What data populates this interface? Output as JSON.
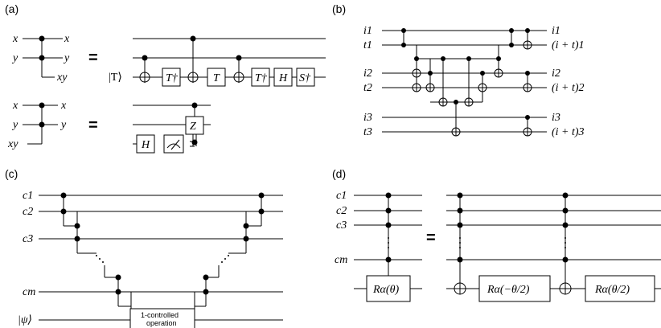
{
  "panels": {
    "a": {
      "label": "(a)",
      "top_left_labels": [
        "x",
        "y"
      ],
      "top_right_labels": [
        "x",
        "y",
        "xy"
      ],
      "bottom_left_labels": [
        "x",
        "y",
        "xy"
      ],
      "bottom_right_labels": [
        "x",
        "y"
      ],
      "equals": "=",
      "ancilla": "|T⟩",
      "gates": [
        "T†",
        "T",
        "T†",
        "H",
        "S†"
      ],
      "bottom_gates": [
        "H",
        "Z"
      ]
    },
    "b": {
      "label": "(b)",
      "left_labels": [
        "i1",
        "t1",
        "i2",
        "t2",
        "i3",
        "t3"
      ],
      "right_labels": [
        "i1",
        "(i + t)1",
        "i2",
        "(i + t)2",
        "i3",
        "(i + t)3"
      ]
    },
    "c": {
      "label": "(c)",
      "left_labels": [
        "c1",
        "c2",
        "c3",
        "cm",
        "|ψ⟩"
      ],
      "box_line1": "1-controlled",
      "box_line2": "operation"
    },
    "d": {
      "label": "(d)",
      "left_labels": [
        "c1",
        "c2",
        "c3",
        "cm"
      ],
      "equals": "=",
      "gate_left": "Rα(θ)",
      "gate_mid": "Rα(−θ/2)",
      "gate_right": "Rα(θ/2)"
    }
  }
}
